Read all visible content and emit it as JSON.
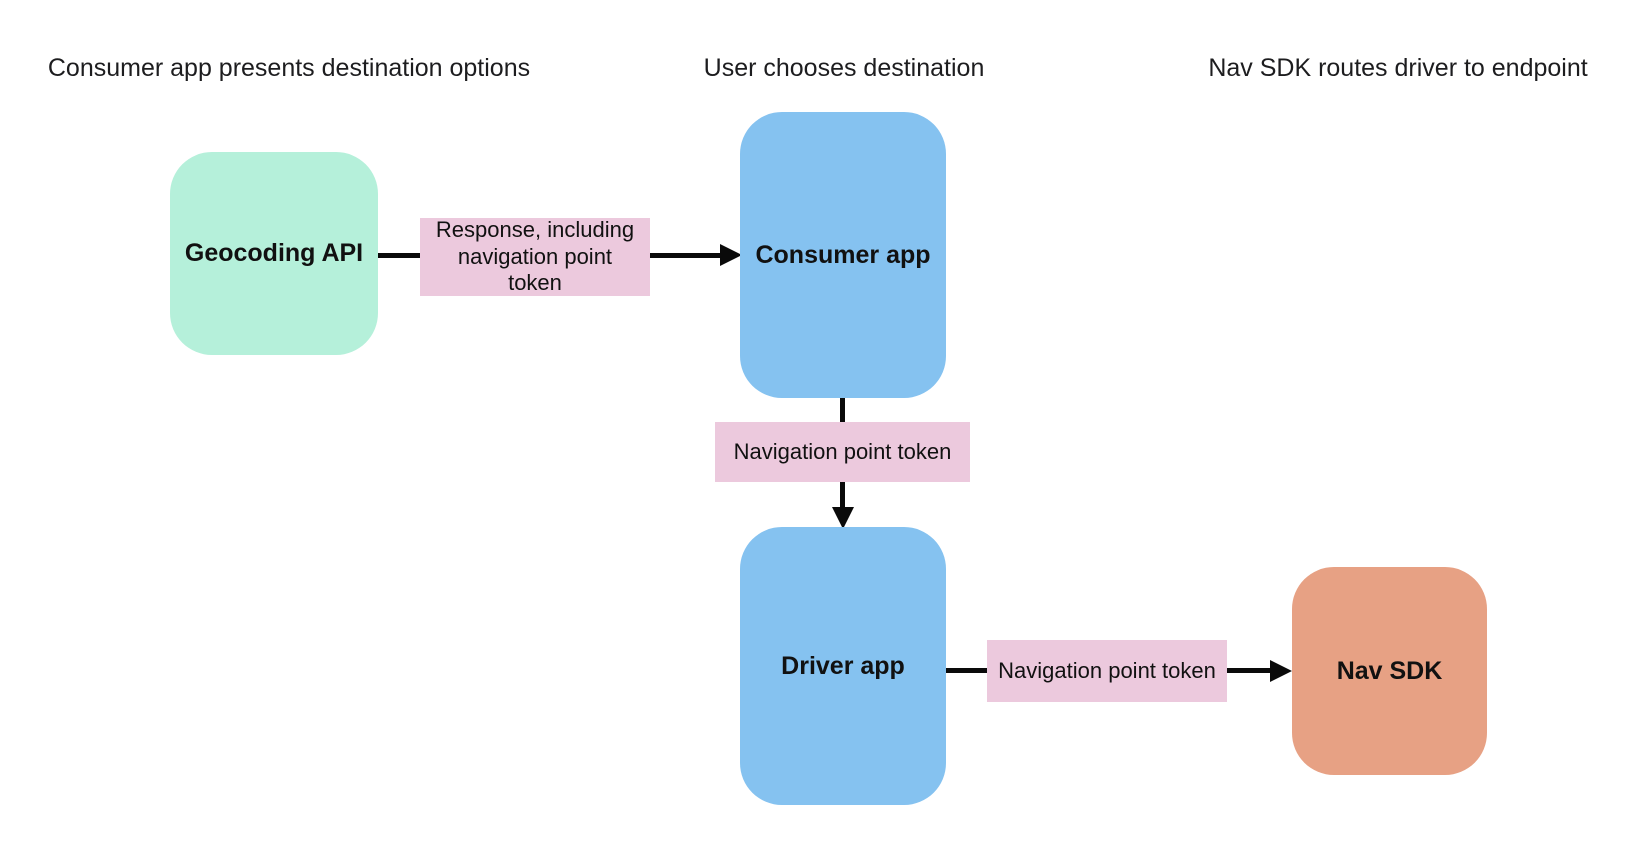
{
  "headers": {
    "col1": "Consumer app presents destination options",
    "col2": "User chooses destination",
    "col3": "Nav SDK routes driver to endpoint"
  },
  "nodes": {
    "geocoding": {
      "label": "Geocoding API",
      "color": "#b5f0da"
    },
    "consumer": {
      "label": "Consumer app",
      "color": "#85c2f0"
    },
    "driver": {
      "label": "Driver app",
      "color": "#85c2f0"
    },
    "navsdk": {
      "label": "Nav SDK",
      "color": "#e7a184"
    }
  },
  "edges": {
    "response": {
      "label": "Response, including\nnavigation point\ntoken",
      "color": "#ecc9dd"
    },
    "token1": {
      "label": "Navigation point token",
      "color": "#ecc9dd"
    },
    "token2": {
      "label": "Navigation point token",
      "color": "#ecc9dd"
    }
  },
  "style": {
    "background": "#ffffff",
    "arrow_color": "#0a0a0a",
    "text_color": "#1d1d1f"
  }
}
